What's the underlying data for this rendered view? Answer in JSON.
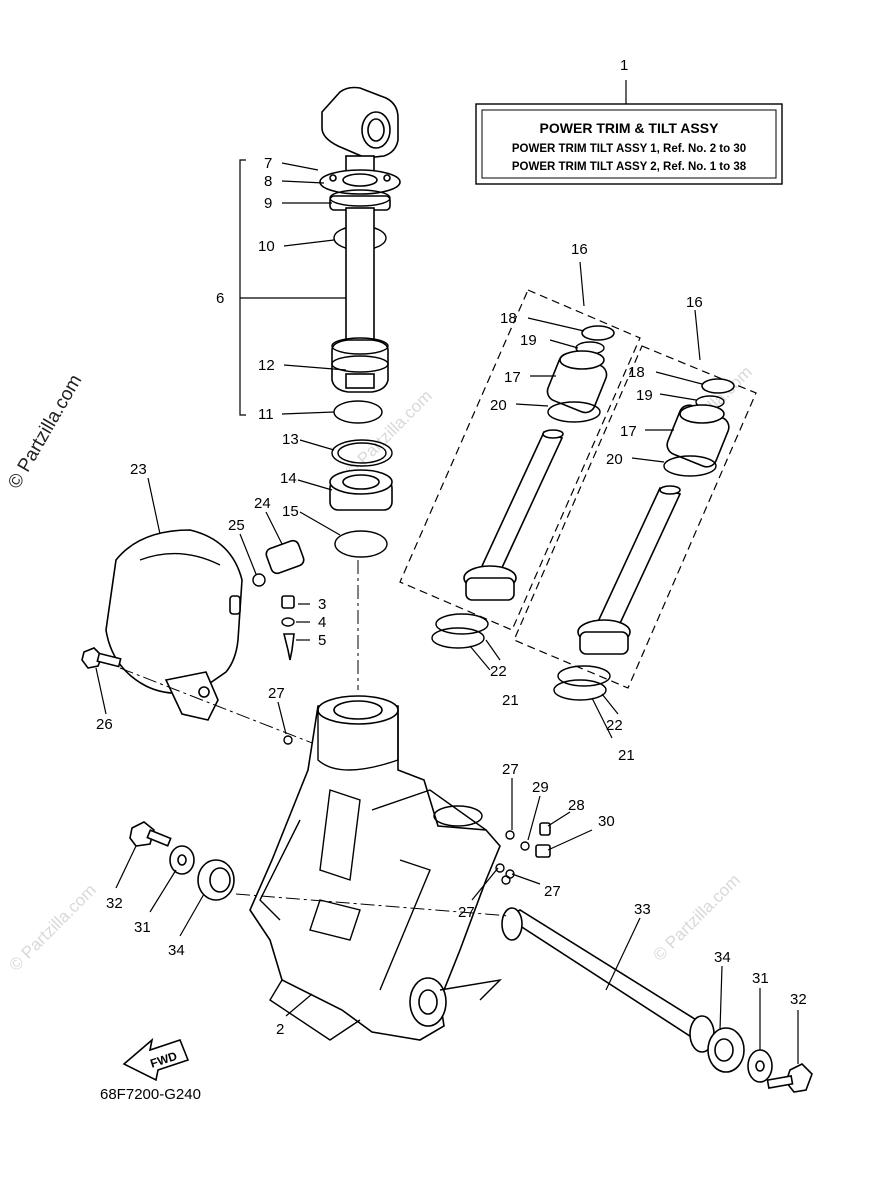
{
  "watermark": {
    "text": "© Partzilla.com"
  },
  "title_box": {
    "title": "POWER TRIM & TILT ASSY",
    "line1": "POWER TRIM TILT ASSY 1,  Ref. No. 2 to 30",
    "line2": "POWER TRIM TILT ASSY 2,  Ref. No. 1 to 38"
  },
  "fwd_label": "FWD",
  "drawing_code": "68F7200-G240",
  "callouts": {
    "c1": "1",
    "c2": "2",
    "c3": "3",
    "c4": "4",
    "c5": "5",
    "c6": "6",
    "c7": "7",
    "c8": "8",
    "c9": "9",
    "c10": "10",
    "c11": "11",
    "c12": "12",
    "c13": "13",
    "c14": "14",
    "c15": "15",
    "c16a": "16",
    "c16b": "16",
    "c17a": "17",
    "c17b": "17",
    "c18a": "18",
    "c18b": "18",
    "c19a": "19",
    "c19b": "19",
    "c20a": "20",
    "c20b": "20",
    "c21a": "21",
    "c21b": "21",
    "c22a": "22",
    "c22b": "22",
    "c23": "23",
    "c24": "24",
    "c25": "25",
    "c26": "26",
    "c27a": "27",
    "c27b": "27",
    "c27c": "27",
    "c27d": "27",
    "c28": "28",
    "c29": "29",
    "c30": "30",
    "c31a": "31",
    "c31b": "31",
    "c32a": "32",
    "c32b": "32",
    "c33": "33",
    "c34a": "34",
    "c34b": "34"
  }
}
